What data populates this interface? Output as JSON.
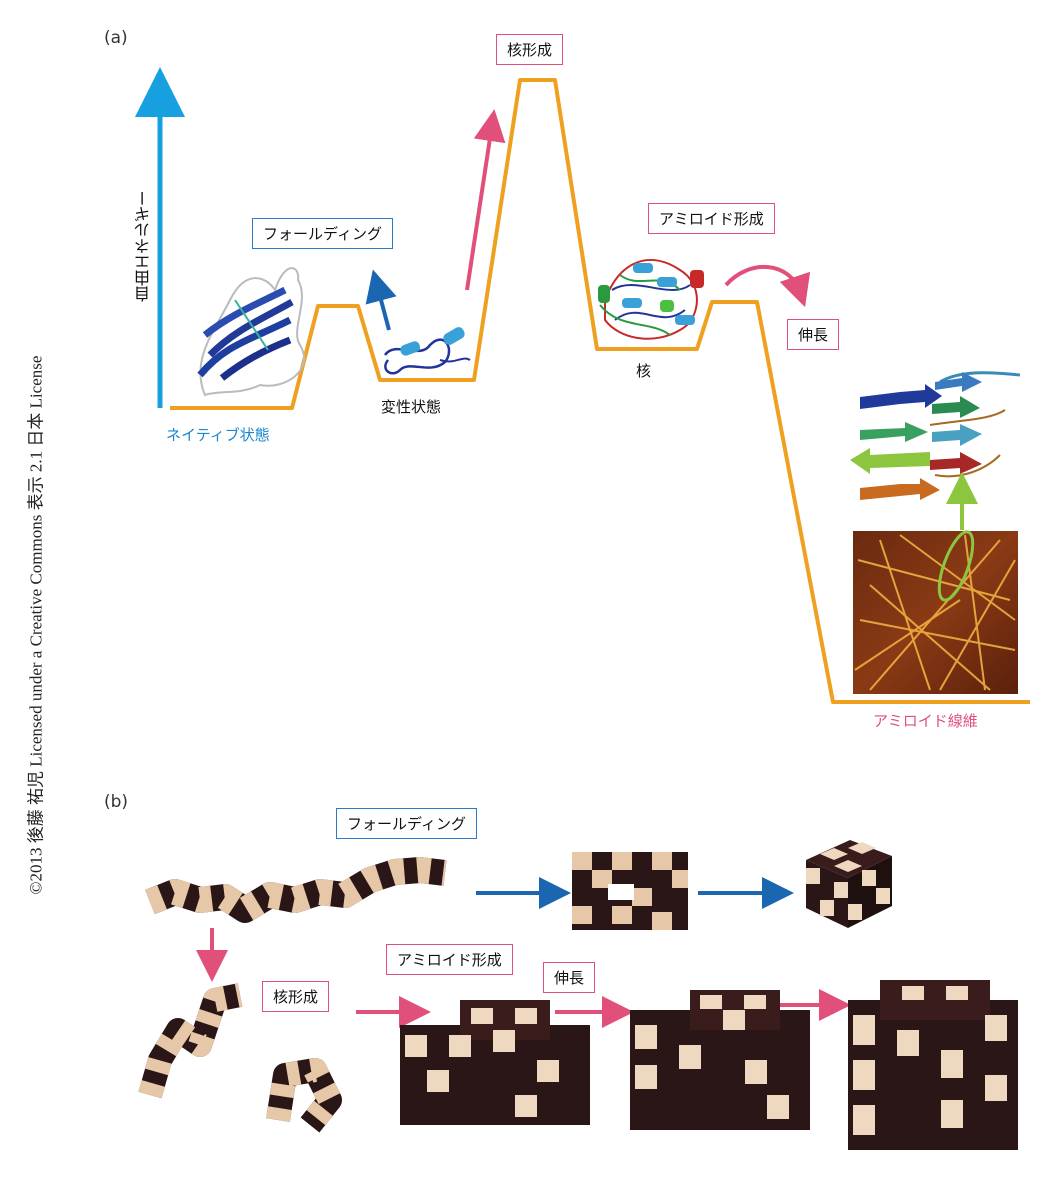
{
  "credit": "©2013 後藤 祐児 Licensed under a Creative Commons 表示 2.1 日本 License",
  "panel_a": {
    "label": "(a)",
    "y_axis_label": "自由エネルギー",
    "native_state": "ネイティブ状態",
    "folding": "フォールディング",
    "denatured_state": "変性状態",
    "nucleation": "核形成",
    "nucleus": "核",
    "amyloid_formation": "アミロイド形成",
    "elongation": "伸長",
    "amyloid_fibril": "アミロイド線維"
  },
  "panel_b": {
    "label": "(b)",
    "folding": "フォールディング",
    "nucleation": "核形成",
    "amyloid_formation": "アミロイド形成",
    "elongation": "伸長"
  },
  "colors": {
    "energy_line": "#f0a020",
    "axis_blue": "#17a0e0",
    "folding_arrow": "#1a66b0",
    "pink": "#e0507a",
    "green": "#8cc63f"
  }
}
